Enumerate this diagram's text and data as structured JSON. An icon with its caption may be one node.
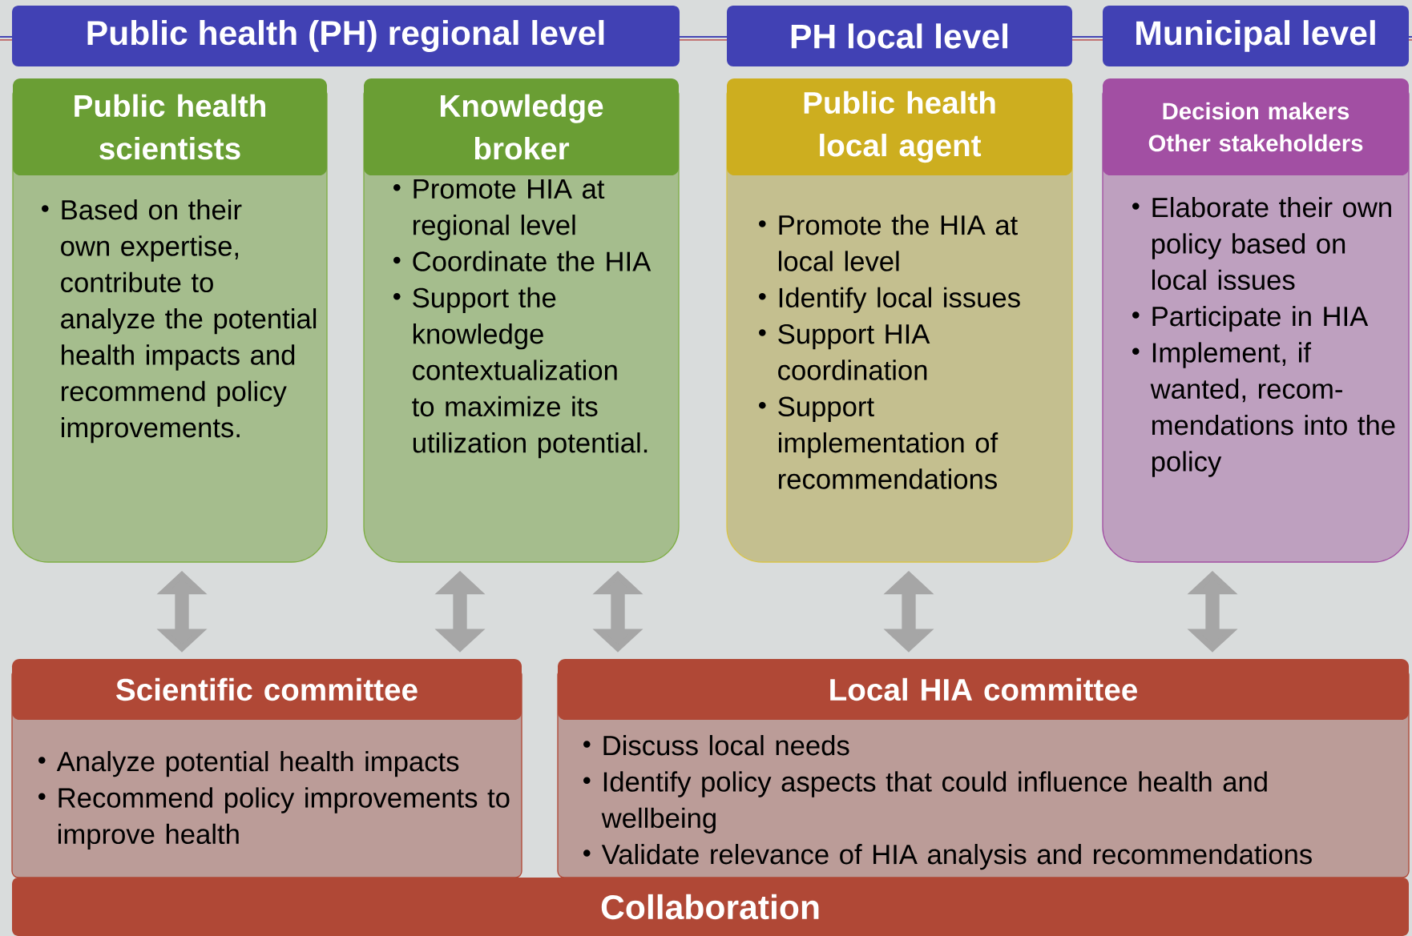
{
  "diagram": {
    "nodes": [
      {
        "text": [
          "Public health (PH) regional level"
        ]
      },
      {
        "text": [
          "PH local level"
        ]
      },
      {
        "text": [
          "Municipal level"
        ]
      },
      {
        "text": [
          "Public health scientists",
          "Based on their own expertise, contribute to analyze the potential health impacts and recommend policy improvements."
        ]
      },
      {
        "text": [
          "Knowledge broker",
          "Promote HIA at regional level",
          "Coordinate the HIA",
          "Support the knowledge contextualization to maximize its utilization potential."
        ]
      },
      {
        "text": [
          "Public health local agent",
          "Promote the HIA at local level",
          "Identify local issues",
          "Support HIA coordination",
          "Support implementation of recommendations"
        ]
      },
      {
        "text": [
          "Decision makers Other stakeholders",
          "Elaborate their own policy based on local issues",
          "Participate in HIA",
          "Implement, if wanted, recom-mendations into the policy"
        ]
      },
      {
        "text": [
          "Scientific committee",
          "Analyze potential health impacts",
          "Recommend policy improvements to improve health"
        ]
      },
      {
        "text": [
          "Local HIA committee",
          "Discuss local needs",
          "Identify policy aspects that could influence health and wellbeing",
          "Validate relevance of HIA analysis and recommendations"
        ]
      },
      {
        "text": [
          "Collaboration"
        ]
      }
    ],
    "edges": [
      {
        "from": 3,
        "to": 7,
        "arrow": "both"
      },
      {
        "from": 4,
        "to": 7,
        "arrow": "both"
      },
      {
        "from": 4,
        "to": 8,
        "arrow": "both"
      },
      {
        "from": 5,
        "to": 8,
        "arrow": "both"
      },
      {
        "from": 6,
        "to": 8,
        "arrow": "both"
      }
    ]
  }
}
